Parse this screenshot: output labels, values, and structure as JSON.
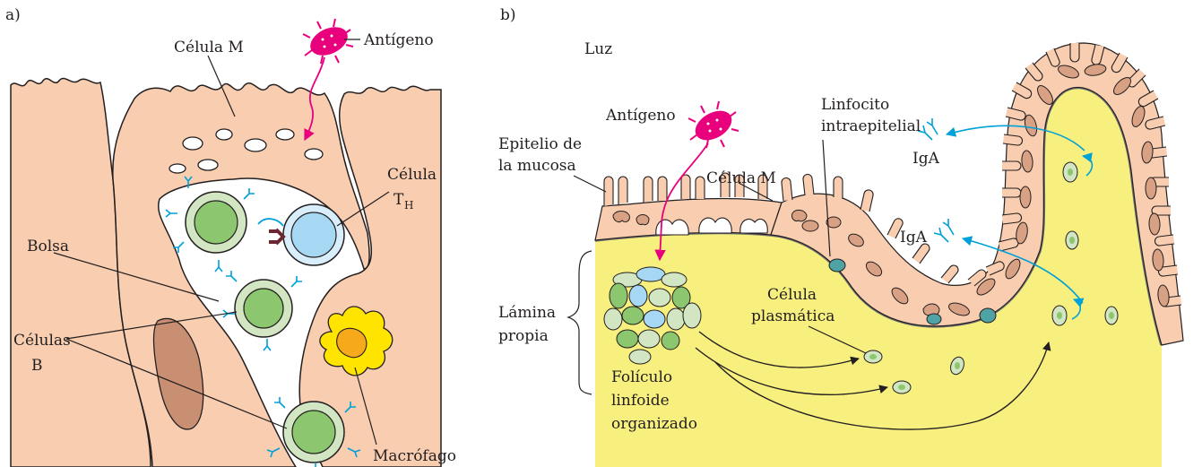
{
  "panel_a": {
    "letter": "a)",
    "labels": {
      "m_cell": "Célula M",
      "antigen": "Antígeno",
      "th_cell": "Célula",
      "th_sym": "T",
      "th_sub": "H",
      "pocket": "Bolsa",
      "b_cells_1": "Células",
      "b_cells_2": "B",
      "macrophage": "Macrófago"
    }
  },
  "panel_b": {
    "letter": "b)",
    "labels": {
      "lumen": "Luz",
      "antigen": "Antígeno",
      "epithelium_1": "Epitelio de",
      "epithelium_2": "la mucosa",
      "m_cell": "Célula M",
      "iel_1": "Linfocito",
      "iel_2": "intraepitelial",
      "iga_top": "IgA",
      "iga_mid": "IgA",
      "lamina_1": "Lámina",
      "lamina_2": "propia",
      "plasma_1": "Célula",
      "plasma_2": "plasmática",
      "follicle_1": "Folículo",
      "follicle_2": "linfoide",
      "follicle_3": "organizado"
    }
  },
  "colors": {
    "epithelium": "#f8cdb0",
    "nucleus": "#d9a184",
    "lamina": "#f8f07e",
    "antigen": "#e8007d",
    "b_cell": "#8cc66e",
    "b_cell_rim": "#d3e6c3",
    "th_cell": "#a7d8f3",
    "macrophage": "#ffe400",
    "antibody": "#00a0d8",
    "line": "#231f20"
  }
}
